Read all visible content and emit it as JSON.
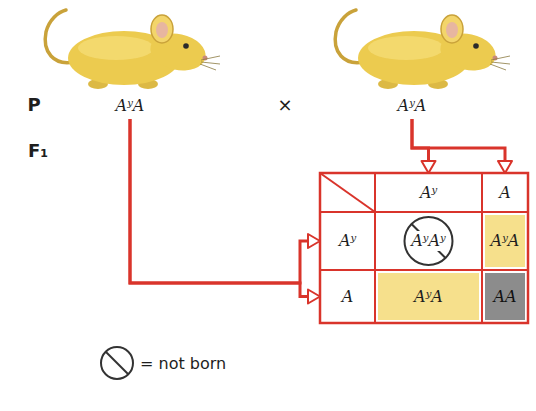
{
  "diagram": {
    "nodes": [
      {
        "text": [
          "AʸA"
        ]
      },
      {
        "text": [
          "AʸA"
        ]
      },
      {
        "text": [
          "Aʸ"
        ]
      },
      {
        "text": [
          "A"
        ]
      },
      {
        "text": [
          "Aʸ"
        ]
      },
      {
        "text": [
          "AʸAʸ"
        ]
      },
      {
        "text": [
          "AʸA"
        ]
      },
      {
        "text": [
          "A"
        ]
      },
      {
        "text": [
          "AʸA"
        ]
      },
      {
        "text": [
          "AA"
        ]
      }
    ],
    "edges": [
      {
        "from": 0,
        "to": 4,
        "arrow": "to"
      },
      {
        "from": 0,
        "to": 7,
        "arrow": "to"
      },
      {
        "from": 1,
        "to": 2,
        "arrow": "to"
      },
      {
        "from": 1,
        "to": 3,
        "arrow": "to"
      }
    ],
    "labels": [
      "P",
      "×",
      "F₁"
    ],
    "legend": [
      {
        "text": "= not born"
      }
    ]
  }
}
